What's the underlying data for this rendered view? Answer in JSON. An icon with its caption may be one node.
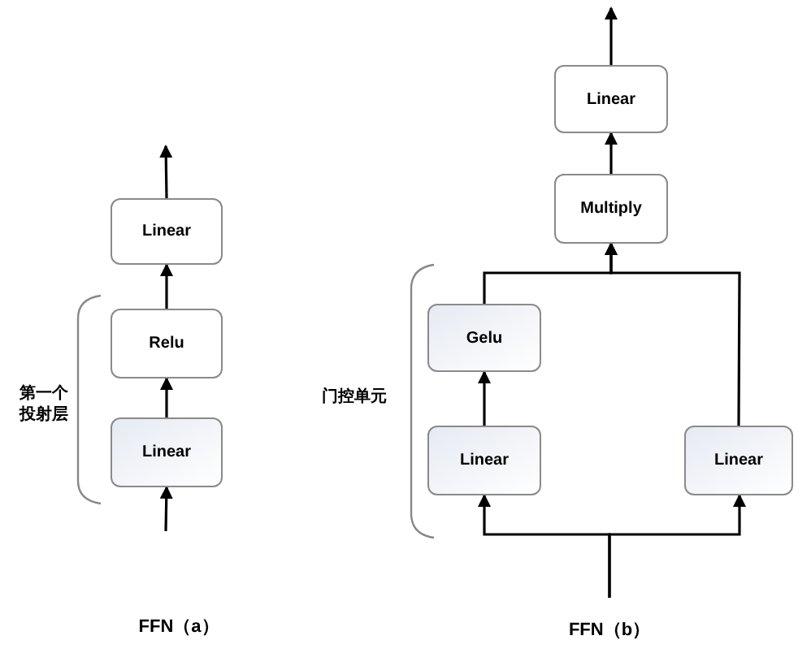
{
  "diagram": {
    "nodes": [
      {
        "text": [
          "Linear"
        ]
      },
      {
        "text": [
          "Relu"
        ]
      },
      {
        "text": [
          "Linear"
        ]
      },
      {
        "text": [
          "Linear"
        ]
      },
      {
        "text": [
          "Multiply"
        ]
      },
      {
        "text": [
          "Gelu"
        ]
      },
      {
        "text": [
          "Linear"
        ]
      },
      {
        "text": [
          "Linear"
        ]
      }
    ],
    "edges": [
      {
        "from": null,
        "to": 2,
        "arrow": "to"
      },
      {
        "from": 2,
        "to": 1,
        "arrow": "to"
      },
      {
        "from": 1,
        "to": 0,
        "arrow": "to"
      },
      {
        "from": 0,
        "to": null,
        "arrow": "to"
      },
      {
        "from": null,
        "to": 6,
        "arrow": "to"
      },
      {
        "from": null,
        "to": 7,
        "arrow": "to"
      },
      {
        "from": 6,
        "to": 5,
        "arrow": "to"
      },
      {
        "from": 5,
        "to": 4,
        "arrow": "to"
      },
      {
        "from": 7,
        "to": 4,
        "arrow": "to"
      },
      {
        "from": 4,
        "to": 3,
        "arrow": "to"
      },
      {
        "from": 3,
        "to": null,
        "arrow": "to"
      }
    ],
    "labels": [
      "第一个投射层",
      "门控单元",
      "FFN（a）",
      "FFN（b）"
    ]
  }
}
